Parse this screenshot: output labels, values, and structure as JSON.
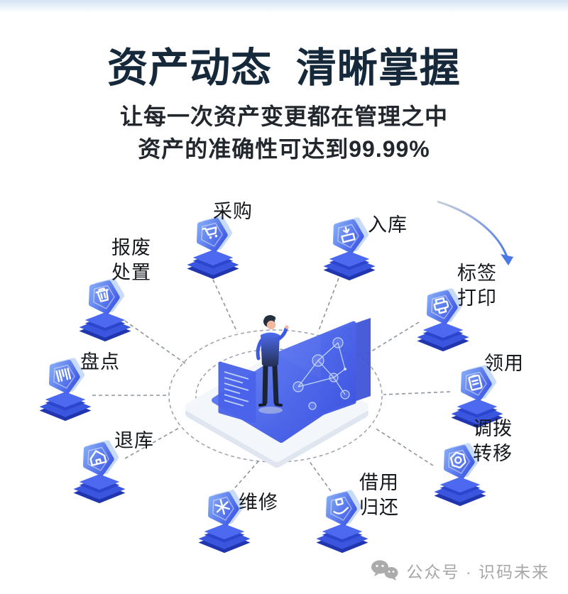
{
  "header": {
    "title": "资产动态  清晰掌握",
    "subtitle_line1": "让每一次资产变更都在管理之中",
    "subtitle_line2": "资产的准确性可达到99.99%",
    "title_color": "#16293a"
  },
  "diagram": {
    "center_illustration": "person-with-dashboard-isometric",
    "nodes": [
      {
        "id": "caigou",
        "label": "采购",
        "icon": "cart-icon"
      },
      {
        "id": "ruku",
        "label": "入库",
        "icon": "warehouse-in-icon"
      },
      {
        "id": "baofei-chuzhi",
        "label": "报废\n处置",
        "icon": "trash-icon"
      },
      {
        "id": "biaoqian-dayin",
        "label": "标签\n打印",
        "icon": "printer-icon"
      },
      {
        "id": "pandian",
        "label": "盘点",
        "icon": "barcode-icon"
      },
      {
        "id": "lingyong",
        "label": "领用",
        "icon": "clipboard-icon"
      },
      {
        "id": "tuiku",
        "label": "退库",
        "icon": "house-icon"
      },
      {
        "id": "diaobo-zhuanyi",
        "label": "调拨\n转移",
        "icon": "nut-ring-icon"
      },
      {
        "id": "weixiu",
        "label": "维修",
        "icon": "asterisk-icon"
      },
      {
        "id": "jieyong-guihuan",
        "label": "借用\n归还",
        "icon": "hand-return-icon"
      }
    ],
    "colors": {
      "shield_blue": "#3d5ae8",
      "shield_light": "#c7daf7",
      "pedestal_blue": "#3a55de",
      "connector_gray": "#8e959e",
      "arrow_blue": "#4a78e6"
    }
  },
  "footer": {
    "account_label": "公众号 · 识码未来",
    "icon": "wechat-icon"
  }
}
